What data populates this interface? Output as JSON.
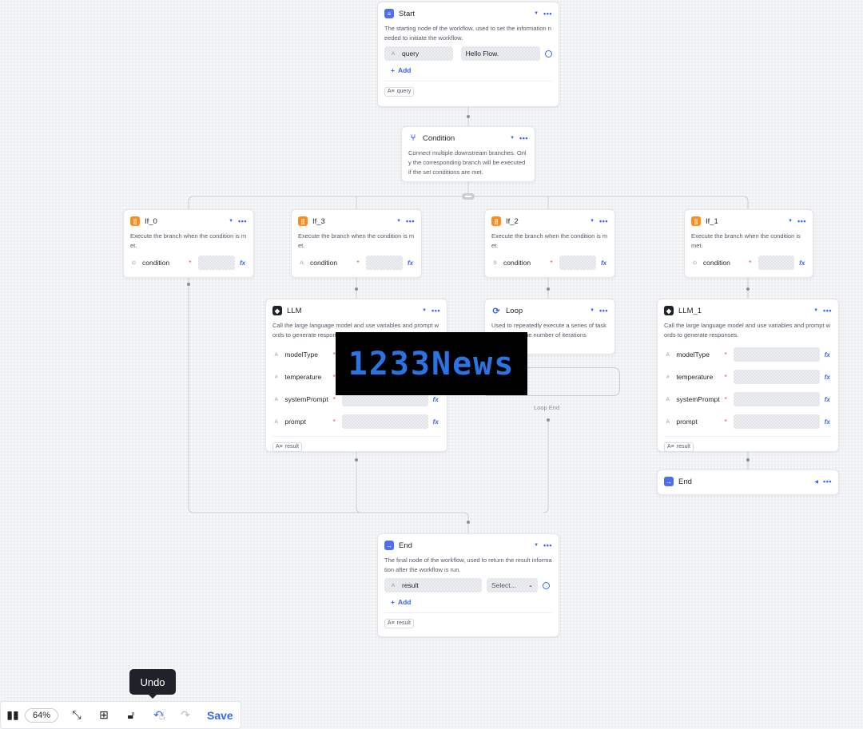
{
  "nodes": {
    "start": {
      "title": "Start",
      "desc": "The starting node of the workflow, used to set the information needed to initiate the workflow.",
      "input_name": "query",
      "input_value": "Hello Flow.",
      "add_label": "Add",
      "output_chip": "query"
    },
    "condition": {
      "title": "Condition",
      "desc": "Connect multiple downstream branches. Only the corresponding branch will be executed if the set conditions are met."
    },
    "if_0": {
      "title": "If_0",
      "desc": "Execute the branch when the condition is met.",
      "field": "condition"
    },
    "if_3": {
      "title": "If_3",
      "desc": "Execute the branch when the condition is met.",
      "field": "condition"
    },
    "if_2": {
      "title": "If_2",
      "desc": "Execute the branch when the condition is met.",
      "field": "condition"
    },
    "if_1": {
      "title": "If_1",
      "desc": "Execute the branch when the condition is met.",
      "field": "condition"
    },
    "llm": {
      "title": "LLM",
      "desc": "Call the large language model and use variables and prompt words to generate responses.",
      "fields": [
        "modelType",
        "temperature",
        "systemPrompt",
        "prompt"
      ],
      "output_chip": "result"
    },
    "loop": {
      "title": "Loop",
      "desc": "Used to repeatedly execute a series of tasks by setting the number of iterations",
      "end_label": "Loop End"
    },
    "llm_1": {
      "title": "LLM_1",
      "desc": "Call the large language model and use variables and prompt words to generate responses.",
      "fields": [
        "modelType",
        "temperature",
        "systemPrompt",
        "prompt"
      ],
      "output_chip": "result"
    },
    "end_small": {
      "title": "End"
    },
    "end": {
      "title": "End",
      "desc": "The final node of the workflow, used to return the result information after the workflow is run.",
      "output_name": "result",
      "select_placeholder": "Select...",
      "add_label": "Add",
      "output_chip": "result"
    }
  },
  "watermark": "1233News",
  "toolbar": {
    "zoom": "64%",
    "save_label": "Save",
    "tooltip": "Undo"
  },
  "icons": [
    "sidebar-toggle-icon",
    "fit-view-icon",
    "layout-icon",
    "unlock-icon",
    "undo-icon",
    "redo-icon",
    "cursor-icon"
  ],
  "colors": {
    "accent": "#3a64f5",
    "branch": "#ff8a1c",
    "required": "#e5484d"
  }
}
